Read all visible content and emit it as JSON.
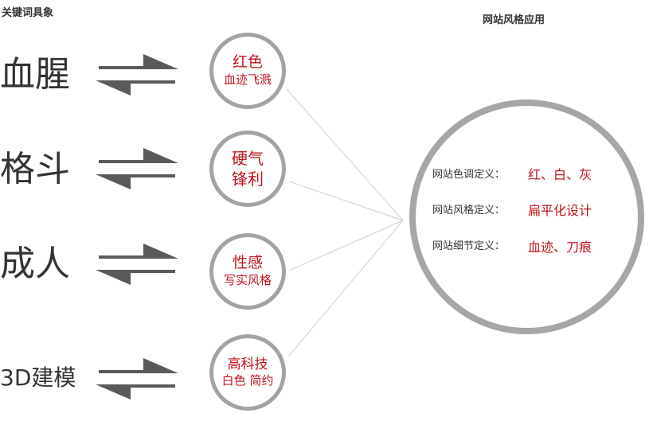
{
  "headers": {
    "left": "关键词具象",
    "right": "网站风格应用"
  },
  "keywords": [
    {
      "label": "血腥",
      "circle_line1": "红色",
      "circle_line2": "血迹飞溅"
    },
    {
      "label": "格斗",
      "circle_line1": "硬气",
      "circle_line2": "锋利"
    },
    {
      "label": "成人",
      "circle_line1": "性感",
      "circle_line2": "写实风格"
    },
    {
      "label": "3D建模",
      "circle_line1": "高科技",
      "circle_line2": "白色 简约"
    }
  ],
  "definitions": [
    {
      "label": "网站色调定义：",
      "value": "红、白、灰"
    },
    {
      "label": "网站风格定义：",
      "value": "扁平化设计"
    },
    {
      "label": "网站细节定义：",
      "value": "血迹、刀痕"
    }
  ],
  "colors": {
    "accent_red": "#c0151b",
    "circle_gray": "#a3a3a3",
    "arrow_gray": "#5a5a5a",
    "text_dark": "#333333"
  },
  "icons": {
    "exchange_arrows": "bidirectional-arrows-icon"
  }
}
